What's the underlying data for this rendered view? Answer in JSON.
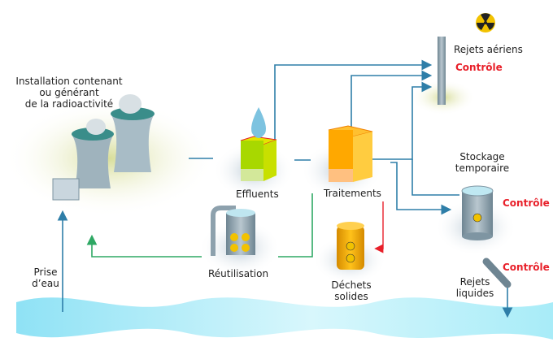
{
  "diagram": {
    "labels": {
      "installation": [
        "Installation contenant",
        "ou générant",
        "de la radioactivité"
      ],
      "rejets_aeriens": "Rejets aériens",
      "stockage": [
        "Stockage",
        "temporaire"
      ],
      "effluents": "Effluents",
      "traitements": "Traitements",
      "reutilisation": "Réutilisation",
      "dechets": [
        "Déchets",
        "solides"
      ],
      "prise": [
        "Prise",
        "d’eau"
      ],
      "rejets_liquides": [
        "Rejets",
        "liquides"
      ],
      "controle": "Contrôle"
    },
    "colors": {
      "flow_blue": "#2e7ea8",
      "flow_green": "#2ea864",
      "flow_red": "#e8202a",
      "control_red": "#e8202a",
      "water": "#a8ecf8",
      "radiation_yellow": "#f2c200"
    },
    "icons": [
      "radiation-icon",
      "cooling-tower-icon",
      "chimney-icon",
      "water-drop-icon",
      "effluent-box-icon",
      "treatment-box-icon",
      "tank-icon",
      "barrel-icon",
      "storage-cylinder-icon",
      "pipe-icon"
    ]
  }
}
